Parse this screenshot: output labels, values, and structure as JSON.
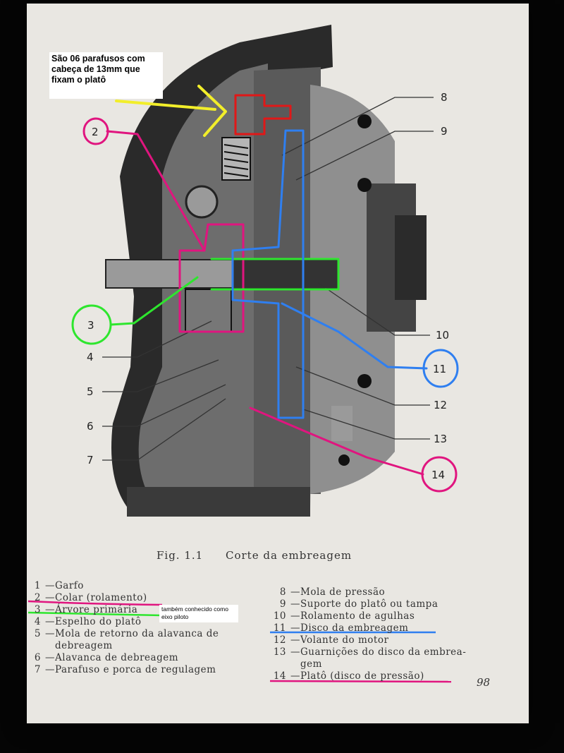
{
  "note_top": "São 06 parafusos com cabeça de 13mm que fixam o platô",
  "note_pilot": "também conhecido como eixo piloto",
  "caption": {
    "fig": "Fig. 1.1",
    "title": "Corte da embreagem"
  },
  "callouts": [
    "2",
    "3",
    "4",
    "5",
    "6",
    "7",
    "8",
    "9",
    "10",
    "11",
    "12",
    "13",
    "14"
  ],
  "legend_left": [
    {
      "n": "1",
      "t": "Garfo"
    },
    {
      "n": "2",
      "t": "Colar (rolamento)"
    },
    {
      "n": "3",
      "t": "Árvore primária"
    },
    {
      "n": "4",
      "t": "Espelho do platô"
    },
    {
      "n": "5",
      "t": "Mola de retorno da alavanca de"
    },
    {
      "n": "",
      "t": "debreagem"
    },
    {
      "n": "6",
      "t": "Alavanca de debreagem"
    },
    {
      "n": "7",
      "t": "Parafuso e porca de regulagem"
    }
  ],
  "legend_right": [
    {
      "n": "8",
      "t": "Mola de pressão"
    },
    {
      "n": "9",
      "t": "Suporte do platô ou tampa"
    },
    {
      "n": "10",
      "t": "Rolamento de agulhas"
    },
    {
      "n": "11",
      "t": "Disco da embreagem"
    },
    {
      "n": "12",
      "t": "Volante do motor"
    },
    {
      "n": "13",
      "t": "Guarnições do disco da embrea-"
    },
    {
      "n": "",
      "t": "gem"
    },
    {
      "n": "14",
      "t": "Platô (disco de pressão)"
    }
  ],
  "page_number": "98",
  "colors": {
    "magenta": "#e0157f",
    "green": "#2ee62e",
    "blue": "#2f7ff0",
    "red": "#e01818",
    "yellow": "#f2ee2a"
  }
}
